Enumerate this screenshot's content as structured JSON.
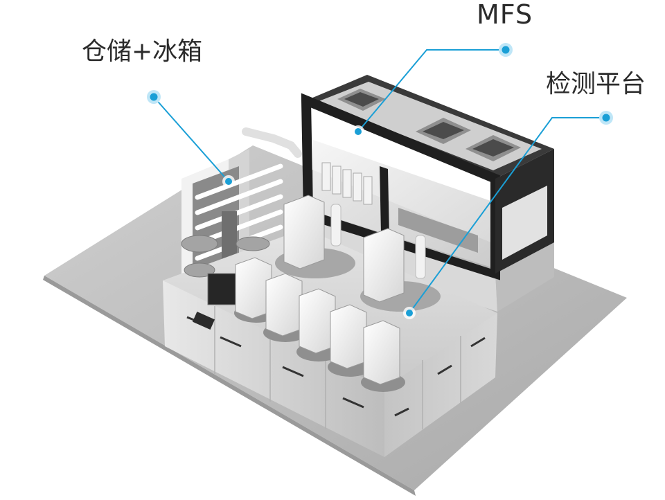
{
  "labels": {
    "mfs": "MFS",
    "storage": "仓储+冰箱",
    "detection": "检测平台"
  },
  "colors": {
    "callout": "#1a9fd6",
    "dot_glow": "#bfe6f7",
    "floor": "#bcbcbc",
    "frame": "#1f1f1f",
    "steel": "#dcdcdc"
  }
}
